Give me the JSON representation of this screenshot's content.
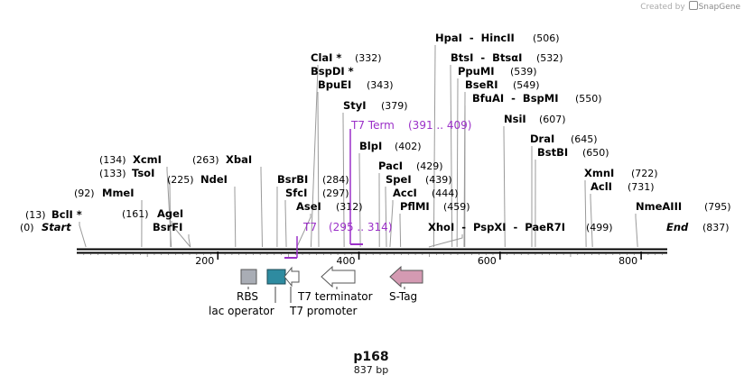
{
  "credit": {
    "prefix": "Created by",
    "brand": "SnapGene"
  },
  "plasmid": {
    "name": "p168",
    "size": "837 bp",
    "length": 837
  },
  "axis": {
    "ticks": [
      {
        "pos": 200,
        "label": "200"
      },
      {
        "pos": 400,
        "label": "400"
      },
      {
        "pos": 600,
        "label": "600"
      },
      {
        "pos": 800,
        "label": "800"
      }
    ]
  },
  "ends": {
    "start": {
      "name": "Start",
      "pos": "(0)"
    },
    "end": {
      "name": "End",
      "pos": "(837)"
    }
  },
  "enzymes": [
    {
      "id": "bcli",
      "name": "BclI *",
      "pos": "(13)",
      "bp": 13
    },
    {
      "id": "mmei",
      "name": "MmeI",
      "pos": "(92)",
      "bp": 92
    },
    {
      "id": "tsoi",
      "name": "TsoI",
      "pos": "(133)",
      "bp": 133
    },
    {
      "id": "xcmi",
      "name": "XcmI",
      "pos": "(134)",
      "bp": 134
    },
    {
      "id": "agei",
      "name": "AgeI",
      "pos": "(161)",
      "bp": 161
    },
    {
      "id": "bsrfi",
      "name": "BsrFI",
      "pos": "",
      "bp": 161
    },
    {
      "id": "ndei",
      "name": "NdeI",
      "pos": "(225)",
      "bp": 225
    },
    {
      "id": "xbai",
      "name": "XbaI",
      "pos": "(263)",
      "bp": 263
    },
    {
      "id": "bsrbi",
      "name": "BsrBI",
      "pos": "(284)",
      "bp": 284
    },
    {
      "id": "sfci",
      "name": "SfcI",
      "pos": "(297)",
      "bp": 297
    },
    {
      "id": "asei",
      "name": "AseI",
      "pos": "(312)",
      "bp": 312
    },
    {
      "id": "clai",
      "name": "ClaI *",
      "pos": "(332)",
      "bp": 332
    },
    {
      "id": "bspdi",
      "name": "BspDI *",
      "pos": "",
      "bp": 332
    },
    {
      "id": "bpuei",
      "name": "BpuEI",
      "pos": "(343)",
      "bp": 343
    },
    {
      "id": "styi",
      "name": "StyI",
      "pos": "(379)",
      "bp": 379
    },
    {
      "id": "blpi",
      "name": "BlpI",
      "pos": "(402)",
      "bp": 402
    },
    {
      "id": "paci",
      "name": "PacI",
      "pos": "(429)",
      "bp": 429
    },
    {
      "id": "spei",
      "name": "SpeI",
      "pos": "(439)",
      "bp": 439
    },
    {
      "id": "acci",
      "name": "AccI",
      "pos": "(444)",
      "bp": 444
    },
    {
      "id": "pflmi",
      "name": "PflMI",
      "pos": "(459)",
      "bp": 459
    },
    {
      "id": "xhoi-pspxi-paer7i",
      "name": "XhoI  -  PspXI  -  PaeR7I",
      "pos": "(499)",
      "bp": 499
    },
    {
      "id": "hpai-hincii",
      "name": "HpaI  -  HincII",
      "pos": "(506)",
      "bp": 506
    },
    {
      "id": "btsi-btsai",
      "name": "BtsI  -  BtsαI",
      "pos": "(532)",
      "bp": 532
    },
    {
      "id": "ppumi",
      "name": "PpuMI",
      "pos": "(539)",
      "bp": 539
    },
    {
      "id": "bseri",
      "name": "BseRI",
      "pos": "(549)",
      "bp": 549
    },
    {
      "id": "bfuai-bspmi",
      "name": "BfuAI  -  BspMI",
      "pos": "(550)",
      "bp": 550
    },
    {
      "id": "nsii",
      "name": "NsiI",
      "pos": "(607)",
      "bp": 607
    },
    {
      "id": "drai",
      "name": "DraI",
      "pos": "(645)",
      "bp": 645
    },
    {
      "id": "bstbi",
      "name": "BstBI",
      "pos": "(650)",
      "bp": 650
    },
    {
      "id": "xmni",
      "name": "XmnI",
      "pos": "(722)",
      "bp": 722
    },
    {
      "id": "acli",
      "name": "AclI",
      "pos": "(731)",
      "bp": 731
    },
    {
      "id": "nmeaiii",
      "name": "NmeAIII",
      "pos": "(795)",
      "bp": 795
    }
  ],
  "primers": [
    {
      "id": "t7",
      "name": "T7",
      "range": "(295 .. 314)",
      "start": 295,
      "end": 314
    },
    {
      "id": "t7-term",
      "name": "T7 Term",
      "range": "(391 .. 409)",
      "start": 391,
      "end": 409
    }
  ],
  "features": [
    {
      "id": "rbs",
      "label": "RBS",
      "color": "#a9adb5",
      "shape": "box"
    },
    {
      "id": "lac-operator",
      "label": "lac operator",
      "color": "#2e8ba0",
      "shape": "box"
    },
    {
      "id": "t7-promoter",
      "label": "T7 promoter",
      "color": "#ffffff",
      "shape": "arrow-left"
    },
    {
      "id": "t7-terminator",
      "label": "T7 terminator",
      "color": "#ffffff",
      "shape": "arrow-left"
    },
    {
      "id": "s-tag",
      "label": "S-Tag",
      "color": "#d49ab2",
      "shape": "arrow-left"
    }
  ]
}
